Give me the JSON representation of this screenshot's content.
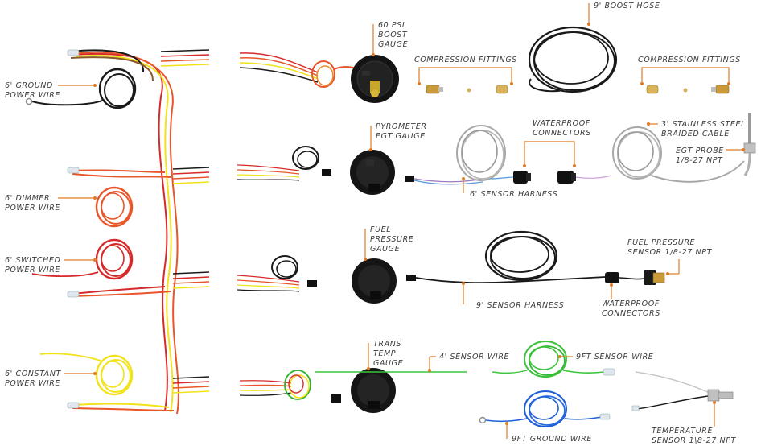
{
  "labels": {
    "ground_power_wire": [
      "6' GROUND",
      "POWER WIRE"
    ],
    "dimmer_power_wire": [
      "6' DIMMER",
      "POWER WIRE"
    ],
    "switched_power_wire": [
      "6' SWITCHED",
      "POWER WIRE"
    ],
    "constant_power_wire": [
      "6' CONSTANT",
      "POWER WIRE"
    ],
    "boost_gauge": [
      "60 PSI",
      "BOOST",
      "GAUGE"
    ],
    "boost_hose": [
      "9' BOOST HOSE"
    ],
    "compression_fittings_left": [
      "COMPRESSION FITTINGS"
    ],
    "compression_fittings_right": [
      "COMPRESSION FITTINGS"
    ],
    "pyrometer_gauge": [
      "PYROMETER",
      "EGT GAUGE"
    ],
    "waterproof_connectors_top": [
      "WATERPROOF",
      "CONNECTORS"
    ],
    "stainless_cable": [
      "3' STAINLESS STEEL",
      "BRAIDED CABLE"
    ],
    "egt_probe": [
      "EGT PROBE",
      "1/8-27 NPT"
    ],
    "sensor_harness_6": [
      "6' SENSOR HARNESS"
    ],
    "fuel_pressure_gauge": [
      "FUEL",
      "PRESSURE",
      "GAUGE"
    ],
    "fuel_pressure_sensor": [
      "FUEL PRESSURE",
      "SENSOR 1/8-27 NPT"
    ],
    "sensor_harness_9": [
      "9' SENSOR HARNESS"
    ],
    "waterproof_connectors_bottom": [
      "WATERPROOF",
      "CONNECTORS"
    ],
    "trans_temp_gauge": [
      "TRANS",
      "TEMP",
      "GAUGE"
    ],
    "sensor_wire_4": [
      "4' SENSOR WIRE"
    ],
    "sensor_wire_9": [
      "9FT SENSOR WIRE"
    ],
    "ground_wire_9": [
      "9FT GROUND WIRE"
    ],
    "temperature_sensor": [
      "TEMPERATURE",
      "SENSOR 1\\8-27 NPT"
    ]
  },
  "colors": {
    "accent": "#e07b25",
    "ground_wire": "#1a1a1a",
    "dimmer_wire": "#e8562a",
    "switched_wire": "#d62a2a",
    "constant_wire": "#f2e21a",
    "sensor_wire_green": "#3cc43c",
    "ground_wire_blue": "#1f5fd6",
    "braided_cable": "#a8a8a8"
  }
}
